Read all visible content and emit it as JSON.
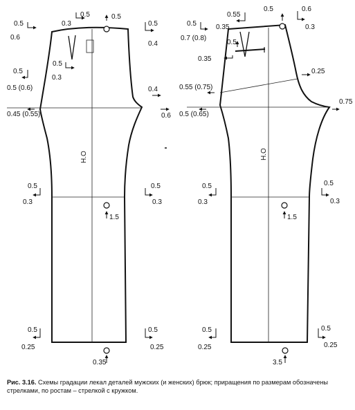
{
  "figure": {
    "center_line_label": "Н.О",
    "front": {
      "labels": {
        "a": "0.5",
        "b": "0.6",
        "c": "0.3",
        "d": "0.5",
        "e": "0.5",
        "f": "0.5",
        "g": "0.4",
        "h": "0.5",
        "i": "0.3",
        "j": "0.5",
        "k": "0.5 (0.6)",
        "l": "0.4",
        "m": "0.45 (0.55)",
        "n": "0.6",
        "o": "0.5",
        "p": "0.3",
        "q": "0.5",
        "r": "0.3",
        "s": "1.5",
        "t": "0.5",
        "u": "0.25",
        "v": "0.5",
        "w": "0.25",
        "x": "0.35"
      }
    },
    "back": {
      "labels": {
        "a": "0.5",
        "b": "0.7 (0.8)",
        "c": "0.55",
        "d": "0.35",
        "e": "0.5",
        "f": "0.6",
        "g": "0.3",
        "h": "0.5",
        "i": "0.35",
        "j": "0.25",
        "k": "0.55 (0.75)",
        "l": "0.5 (0.65)",
        "m": "0.75",
        "n": "0.5",
        "o": "0.3",
        "p": "0.5",
        "q": "0.3",
        "r": "1.5",
        "s": "0.5",
        "t": "0.25",
        "u": "0.5",
        "v": "0.25",
        "w": "3.5"
      }
    }
  },
  "caption": {
    "label": "Рис. 3.16.",
    "text": " Схемы градации лекал деталей мужских (и женских) брюк; приращения по размерам обозначены стрелками, по ростам – стрелкой с кружком."
  }
}
